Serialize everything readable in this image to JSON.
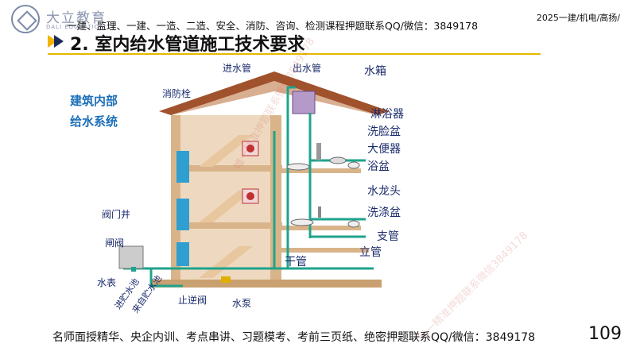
{
  "header": {
    "logo_name": "大立教育",
    "logo_sub": "DALI EDUCATION",
    "banner": "一建、监理、一建、一造、二造、安全、消防、咨询、检测课程押题联系QQ/微信：3849178",
    "top_right": "2025一建/机电/高扬/"
  },
  "slide": {
    "title": "2. 室内给水管道施工技术要求"
  },
  "diagram": {
    "heading_line1": "建筑内部",
    "heading_line2": "给水系统",
    "labels": {
      "inlet_pipe": "进水管",
      "outlet_pipe": "出水管",
      "water_tank": "水箱",
      "hydrant": "消防栓",
      "shower": "淋浴器",
      "washbasin": "洗脸盆",
      "toilet": "大便器",
      "bathtub": "浴盆",
      "faucet": "水龙头",
      "sink": "洗涤盆",
      "branch_pipe": "支管",
      "riser": "立管",
      "main_pipe": "干管",
      "valve_well": "阀门井",
      "gate_valve": "闸阀",
      "water_meter": "水表",
      "inlet_pool": "进贮水池",
      "from_pool": "来自贮水池",
      "check_valve": "止逆阀",
      "pump": "水泵"
    },
    "colors": {
      "pipe": "#1fa38c",
      "wall": "#d9b48a",
      "roof": "#a0522d",
      "label": "#1a2a6c",
      "heading": "#1d6fb8"
    }
  },
  "footer": {
    "text": "名师面授精华、央企内训、考点串讲、习题模考、考前三页纸、绝密押题联系QQ/微信：3849178",
    "page_number": "109"
  },
  "watermark": {
    "text": "唯一精准押题联系微信3849178"
  }
}
